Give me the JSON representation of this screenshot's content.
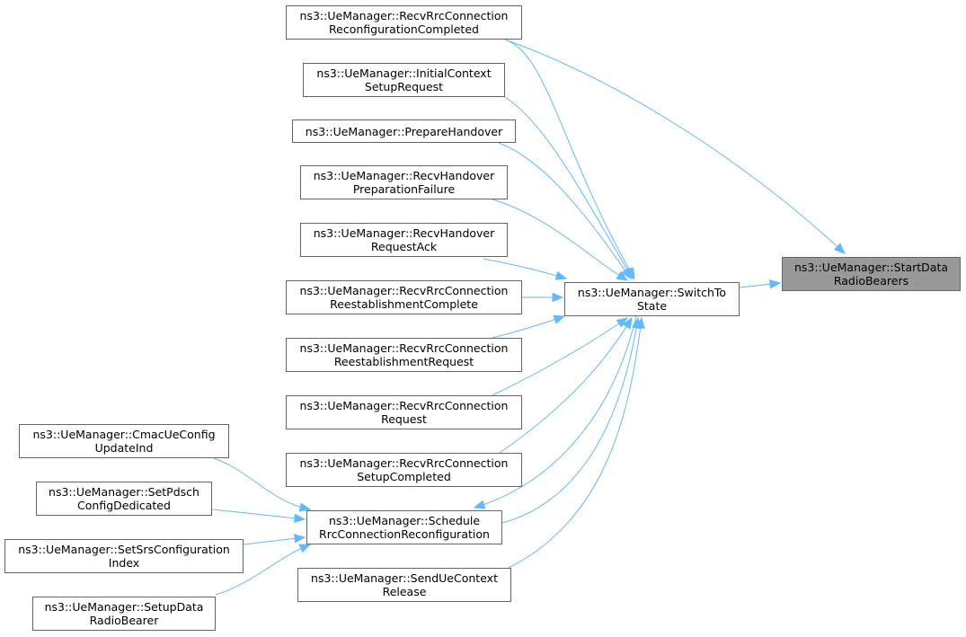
{
  "nodes": {
    "start_data_radio_bearers": {
      "line1": "ns3::UeManager::StartData",
      "line2": "RadioBearers"
    },
    "switch_to_state": {
      "line1": "ns3::UeManager::SwitchTo",
      "line2": "State"
    },
    "recv_rrc_conn_reconf_completed": {
      "line1": "ns3::UeManager::RecvRrcConnection",
      "line2": "ReconfigurationCompleted"
    },
    "initial_context_setup_request": {
      "line1": "ns3::UeManager::InitialContext",
      "line2": "SetupRequest"
    },
    "prepare_handover": {
      "line1": "ns3::UeManager::PrepareHandover",
      "line2": ""
    },
    "recv_handover_prep_failure": {
      "line1": "ns3::UeManager::RecvHandover",
      "line2": "PreparationFailure"
    },
    "recv_handover_request_ack": {
      "line1": "ns3::UeManager::RecvHandover",
      "line2": "RequestAck"
    },
    "recv_rrc_conn_reest_complete": {
      "line1": "ns3::UeManager::RecvRrcConnection",
      "line2": "ReestablishmentComplete"
    },
    "recv_rrc_conn_reest_request": {
      "line1": "ns3::UeManager::RecvRrcConnection",
      "line2": "ReestablishmentRequest"
    },
    "recv_rrc_conn_request": {
      "line1": "ns3::UeManager::RecvRrcConnection",
      "line2": "Request"
    },
    "recv_rrc_conn_setup_completed": {
      "line1": "ns3::UeManager::RecvRrcConnection",
      "line2": "SetupCompleted"
    },
    "schedule_rrc_conn_reconf": {
      "line1": "ns3::UeManager::Schedule",
      "line2": "RrcConnectionReconfiguration"
    },
    "send_ue_context_release": {
      "line1": "ns3::UeManager::SendUeContext",
      "line2": "Release"
    },
    "cmac_ue_config_update_ind": {
      "line1": "ns3::UeManager::CmacUeConfig",
      "line2": "UpdateInd"
    },
    "set_pdsch_config_dedicated": {
      "line1": "ns3::UeManager::SetPdsch",
      "line2": "ConfigDedicated"
    },
    "set_srs_configuration_index": {
      "line1": "ns3::UeManager::SetSrsConfiguration",
      "line2": "Index"
    },
    "setup_data_radio_bearer": {
      "line1": "ns3::UeManager::SetupData",
      "line2": "RadioBearer"
    }
  },
  "edges": [
    {
      "from": "recv_rrc_conn_reconf_completed",
      "to": "start_data_radio_bearers"
    },
    {
      "from": "recv_rrc_conn_reconf_completed",
      "to": "switch_to_state"
    },
    {
      "from": "initial_context_setup_request",
      "to": "switch_to_state"
    },
    {
      "from": "prepare_handover",
      "to": "switch_to_state"
    },
    {
      "from": "recv_handover_prep_failure",
      "to": "switch_to_state"
    },
    {
      "from": "recv_handover_request_ack",
      "to": "switch_to_state"
    },
    {
      "from": "recv_rrc_conn_reest_complete",
      "to": "switch_to_state"
    },
    {
      "from": "recv_rrc_conn_reest_request",
      "to": "switch_to_state"
    },
    {
      "from": "recv_rrc_conn_request",
      "to": "switch_to_state"
    },
    {
      "from": "recv_rrc_conn_setup_completed",
      "to": "switch_to_state"
    },
    {
      "from": "schedule_rrc_conn_reconf",
      "to": "switch_to_state"
    },
    {
      "from": "send_ue_context_release",
      "to": "switch_to_state"
    },
    {
      "from": "switch_to_state",
      "to": "schedule_rrc_conn_reconf"
    },
    {
      "from": "switch_to_state",
      "to": "start_data_radio_bearers"
    },
    {
      "from": "cmac_ue_config_update_ind",
      "to": "schedule_rrc_conn_reconf"
    },
    {
      "from": "set_pdsch_config_dedicated",
      "to": "schedule_rrc_conn_reconf"
    },
    {
      "from": "set_srs_configuration_index",
      "to": "schedule_rrc_conn_reconf"
    },
    {
      "from": "setup_data_radio_bearer",
      "to": "schedule_rrc_conn_reconf"
    }
  ],
  "colors": {
    "edge": "#63b8ff",
    "node_border": "#666666",
    "root_fill": "#999999"
  }
}
